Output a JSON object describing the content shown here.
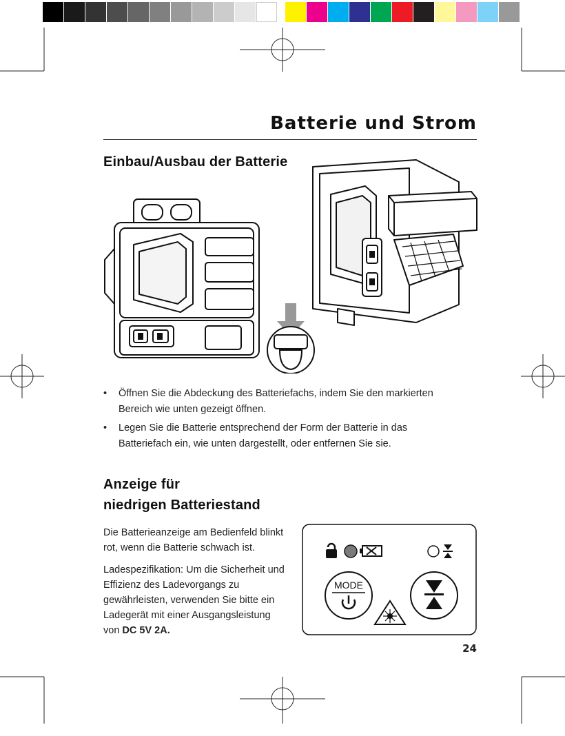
{
  "colors": {
    "grayscale_bar": [
      "#000000",
      "#1a1a1a",
      "#333333",
      "#4d4d4d",
      "#666666",
      "#808080",
      "#999999",
      "#b3b3b3",
      "#cccccc",
      "#e6e6e6",
      "#ffffff"
    ],
    "color_bar": [
      "#fff200",
      "#ec008c",
      "#00aeef",
      "#2e3192",
      "#00a651",
      "#ed1c24",
      "#231f20",
      "#fff799",
      "#f49ac1",
      "#7dd3f7",
      "#999999"
    ],
    "text": "#1a1a1a"
  },
  "page": {
    "title": "Batterie und Strom",
    "page_number": "24"
  },
  "section1": {
    "heading": "Einbau/Ausbau der Batterie",
    "bullets": [
      "Öffnen Sie die Abdeckung des Batteriefachs, indem Sie den markierten Bereich wie unten gezeigt öffnen.",
      "Legen Sie die Batterie entsprechend der Form der Batterie in das Batteriefach ein, wie unten dargestellt, oder entfernen Sie sie."
    ],
    "bullet_mark": "•"
  },
  "section2": {
    "heading_line1": "Anzeige für",
    "heading_line2": "niedrigen Batteriestand",
    "para1": "Die Batterieanzeige am Bedienfeld blinkt rot, wenn die Batterie schwach ist.",
    "para2_text": "Ladespezifikation: Um die Sicherheit und Effizienz des Ladevorgangs zu gewährleisten, verwenden Sie bitte ein Ladegerät mit einer Ausgangsleistung von",
    "para2_bold": "DC 5V 2A."
  },
  "panel": {
    "mode_label": "MODE"
  }
}
